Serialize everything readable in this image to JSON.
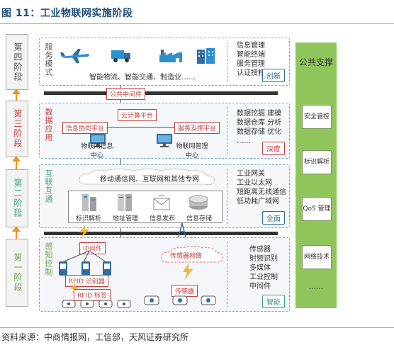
{
  "figure": {
    "title": "图 11：工业物联网实施阶段",
    "source": "资料来源：中商情报网，工信部，天风证券研究所"
  },
  "stages": [
    {
      "label": "第四阶段"
    },
    {
      "label": "第三阶段"
    },
    {
      "label": "第二阶段"
    },
    {
      "label": "第一阶段"
    }
  ],
  "layers": {
    "service": {
      "title": "服务模式",
      "caption": "智能物流、智能交通、制造业……",
      "list": [
        "信息管理",
        "智能终端",
        "服务管理",
        "认证授权……"
      ],
      "tag": "创新"
    },
    "data": {
      "title": "数据应用",
      "nodes": {
        "cloud": "云计算平台",
        "info": "信息协同平台",
        "service": "服务支撑平台",
        "center1": "物联网信息中心",
        "center2": "物联网管理中心"
      },
      "list": [
        "数据挖掘  建模",
        "数据仓库  分析",
        "数据存储  优化",
        "……"
      ],
      "tag": "深度"
    },
    "network": {
      "title": "互联互通",
      "caption": "移动通信网、互联网和其他专网",
      "items": [
        "标识解析",
        "地址管理",
        "信息发布",
        "信息存储"
      ],
      "list": [
        "工业网关",
        "工业以太网",
        "短距离无线通信",
        "低功耗广域网"
      ],
      "tag": "全面"
    },
    "sensing": {
      "title": "感知控制",
      "middleware": "中间件",
      "rfid_reader": "RFID 识别器",
      "rfid_tag": "RFID 标签",
      "sensor_network": "传感器网络",
      "sensor": "传感器",
      "list": [
        "传感器",
        "射频识别",
        "多媒体",
        "工业控制",
        "中间件"
      ],
      "tag": "智能"
    }
  },
  "public_middleware": "公共中间件",
  "support": {
    "title": "公共支撑",
    "items": [
      "安全管控",
      "标识解析",
      "QoS 管理",
      "网络技术",
      "……"
    ]
  },
  "colors": {
    "green": "#8fc55a",
    "red": "#c94141",
    "orange": "#f0921c",
    "blue": "#2e6da4"
  }
}
